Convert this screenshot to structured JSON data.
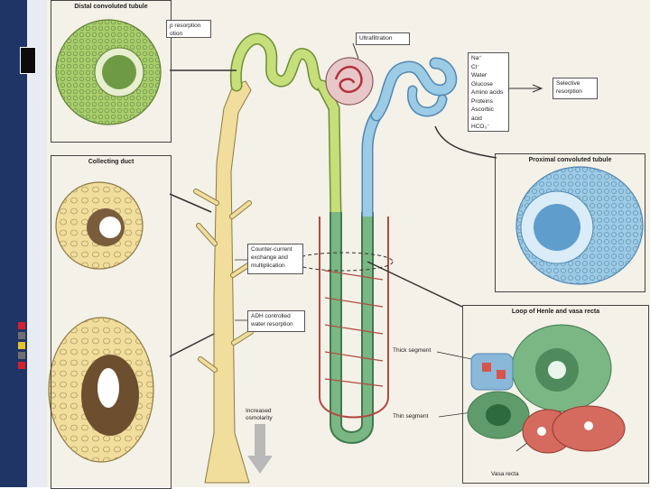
{
  "panels": {
    "distal": "Distal convoluted tubule",
    "collecting": "Collecting duct",
    "proximal": "Proximal convoluted tubule",
    "loop": "Loop of Henle and vasa recta"
  },
  "labels": {
    "resorption_top": "p resorption",
    "resorption_bottom": "otion",
    "ultrafiltration": "Ultrafiltration",
    "solutes": [
      "Na⁺",
      "Cl⁻",
      "Water",
      "Glucose",
      "Amino acids",
      "Proteins",
      "Ascorbic acid",
      "HCO₃⁻"
    ],
    "selective_1": "Selective",
    "selective_2": "resorption",
    "counter_1": "Counter-current",
    "counter_2": "exchange and",
    "counter_3": "multiplication",
    "adh_1": "ADH controlled",
    "adh_2": "water resorption",
    "osm_1": "Increased",
    "osm_2": "osmolarity",
    "thick": "Thick segment",
    "thin": "Thin segment",
    "vasa": "Vasa recta"
  },
  "colors": {
    "slide_bar": "#1f3566",
    "distal": "#a7cf6a",
    "collecting": "#f1dd9c",
    "proximal": "#9ccbe6",
    "loop": "#7bb784",
    "vasa": "#d56a5e",
    "marker_red": "#d6202a",
    "marker_yellow": "#e6c12a",
    "marker_gray": "#6f6f6f"
  }
}
